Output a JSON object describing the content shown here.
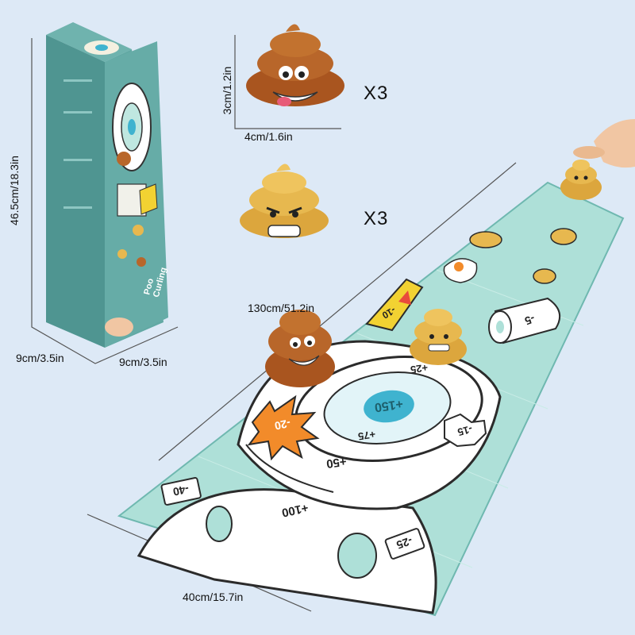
{
  "dimensions": {
    "box_height": "46.5cm/18.3in",
    "box_width": "9cm/3.5in",
    "box_depth": "9cm/3.5in",
    "piece_height": "3cm/1.2in",
    "piece_width": "4cm/1.6in",
    "mat_length": "130cm/51.2in",
    "mat_width": "40cm/15.7in"
  },
  "quantities": {
    "brown_pieces": "X3",
    "yellow_pieces": "X3"
  },
  "mat_scores": {
    "center": "+150",
    "ring_inner": "+75",
    "ring_outer": "+25",
    "rim": "+50",
    "lid": "+100",
    "left_penalty": "-40",
    "right_penalty": "-25",
    "burst_left": "-20",
    "burst_right": "-15",
    "sign": "-10",
    "roll": "-5"
  },
  "box_text": {
    "brand_line1": "Poo",
    "brand_line2": "Curling"
  },
  "colors": {
    "background": "#dde9f6",
    "mat_teal": "#aee0d8",
    "box_teal": "#5fa6a1",
    "brown_piece": "#b8662a",
    "yellow_piece": "#e7b84f",
    "target_blue": "#3fb3cf"
  }
}
